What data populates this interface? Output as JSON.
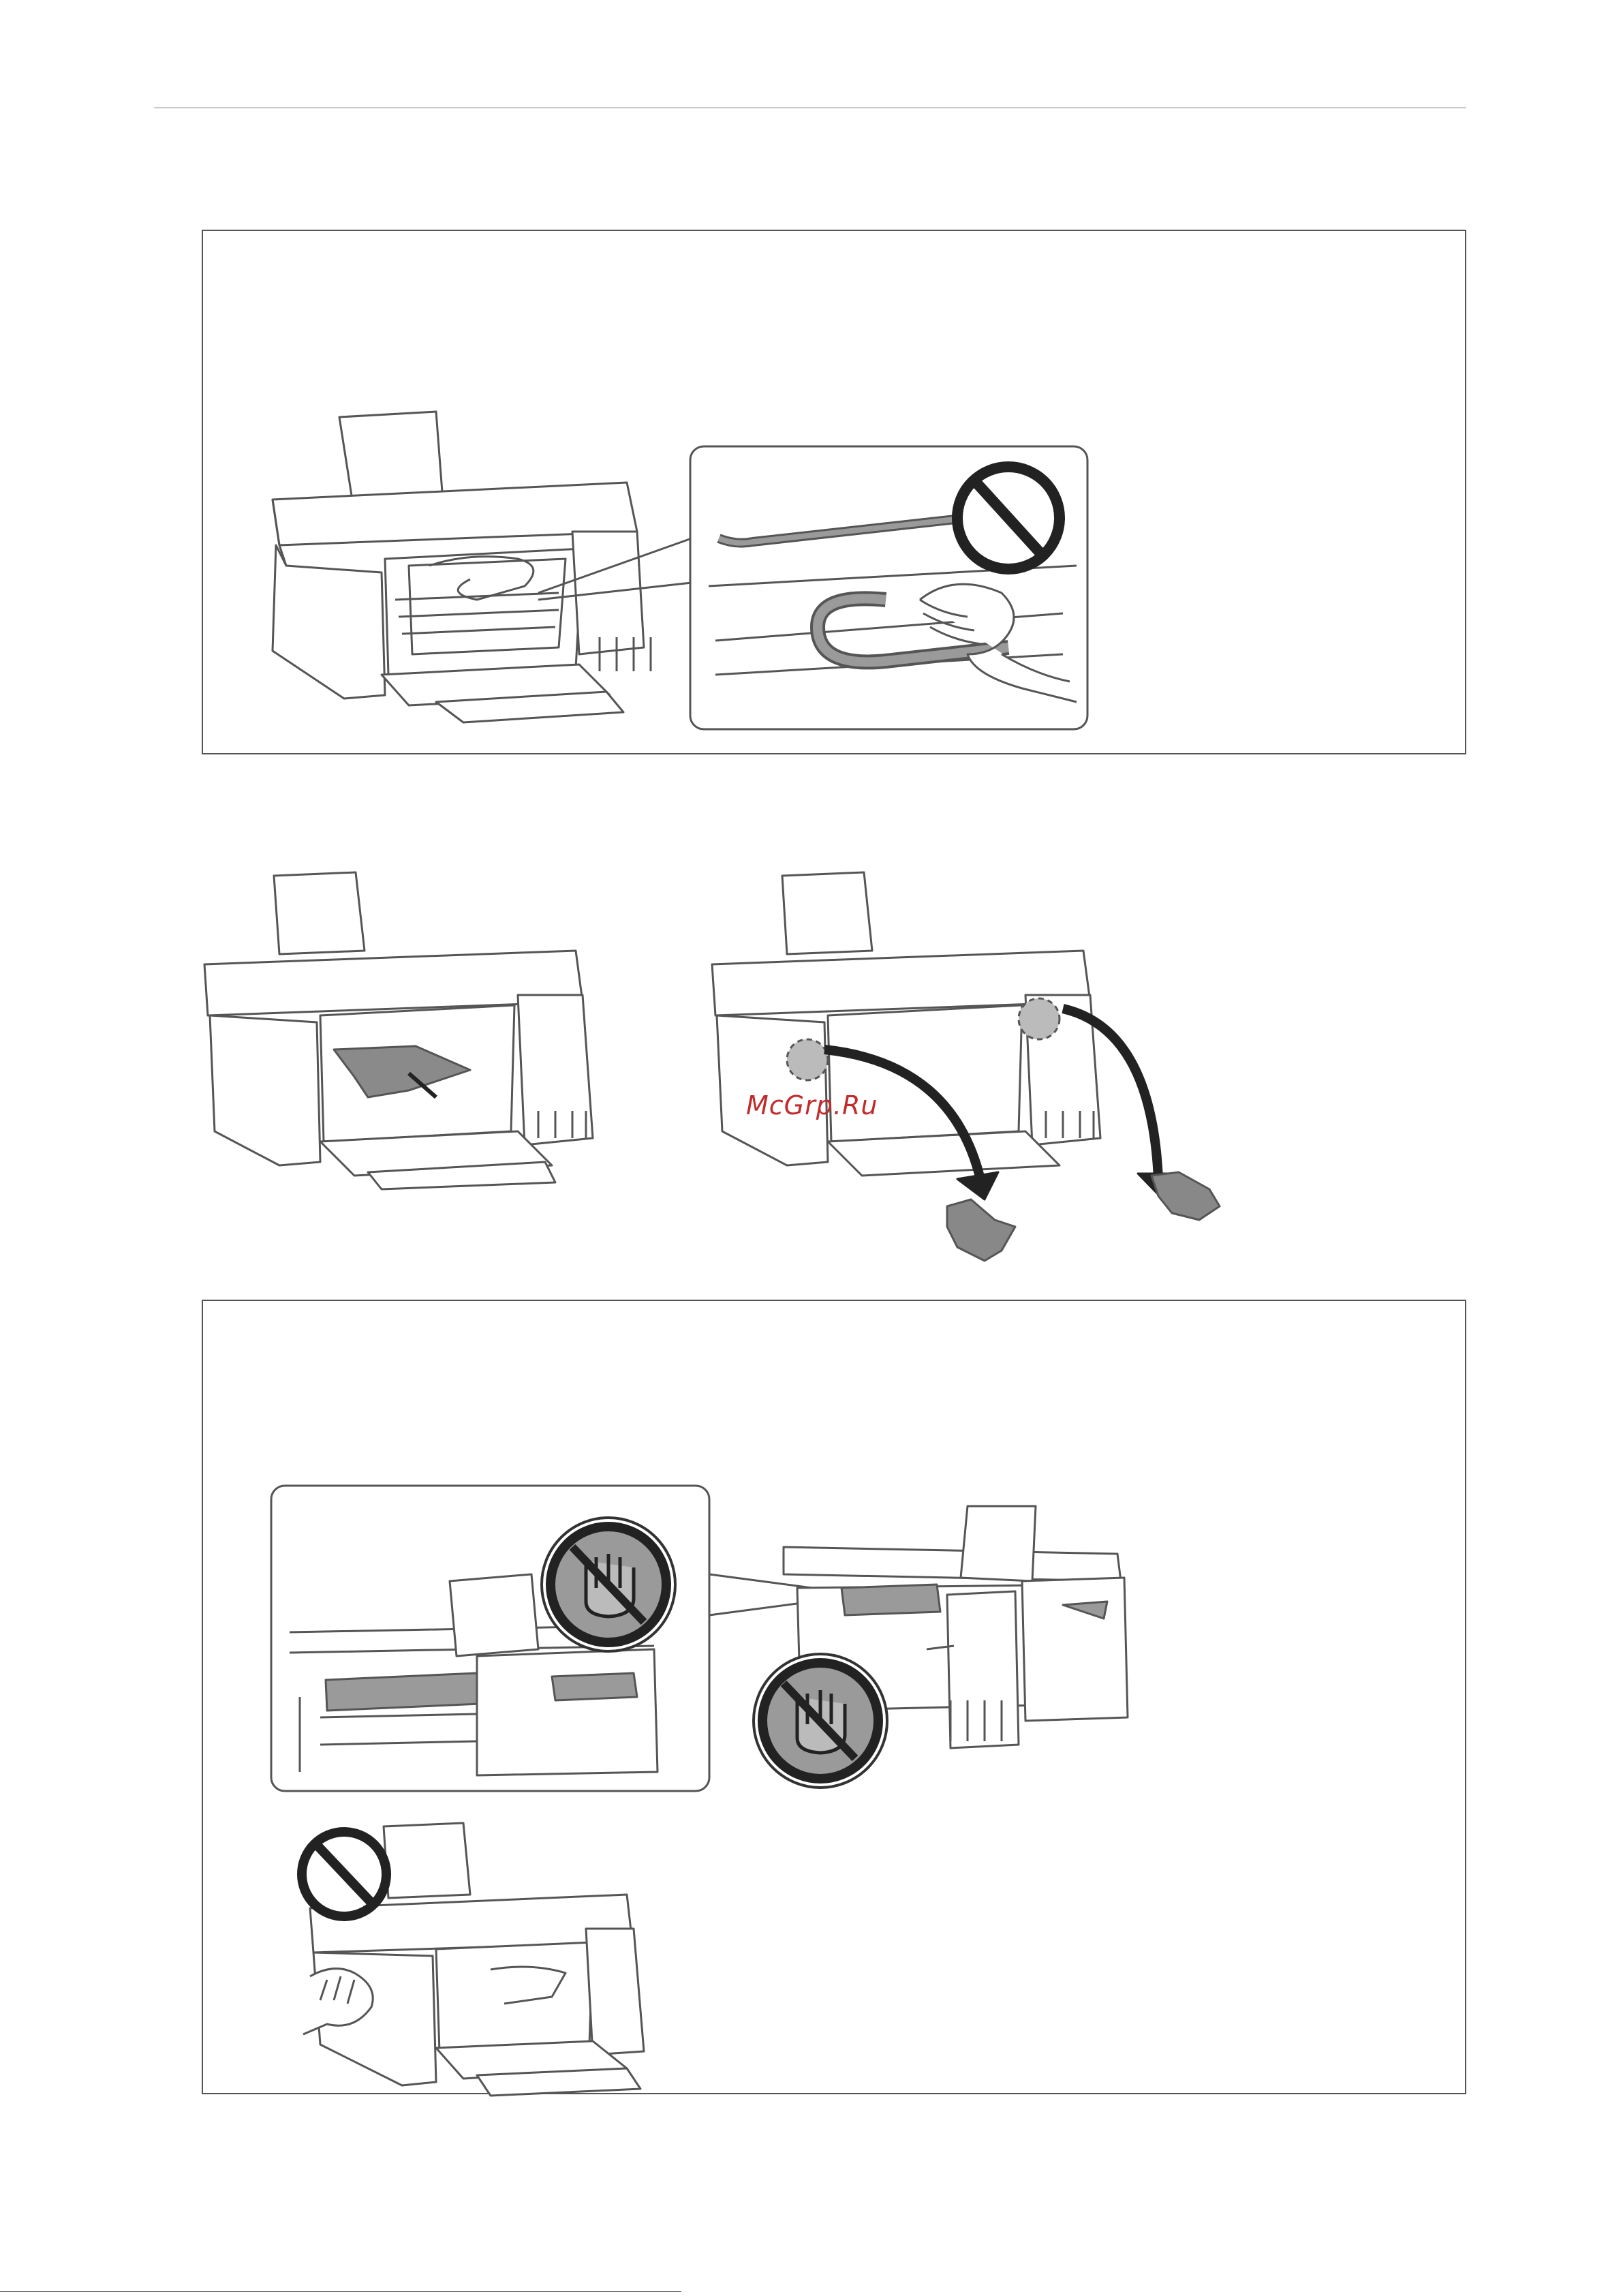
{
  "watermark": {
    "text": "McGrp.Ru"
  },
  "page": {
    "ink_color": "#555555",
    "gray_fill": "#9a9a9a",
    "watermark_color": "#c22b2b"
  },
  "illustrations": {
    "step1": {
      "icons": [
        "printer",
        "magnifier-callout",
        "no-entry-icon",
        "hand-icon",
        "flat-cable"
      ]
    },
    "step2": {
      "icons": [
        "printer",
        "torn-paper-icon",
        "arrow-icon",
        "printer",
        "crumpled-paper-icon",
        "arrow-icon"
      ]
    },
    "step3": {
      "icons": [
        "magnifier-callout",
        "no-touch-icon",
        "no-touch-icon",
        "printer",
        "no-entry-icon",
        "hand-icon"
      ]
    }
  }
}
